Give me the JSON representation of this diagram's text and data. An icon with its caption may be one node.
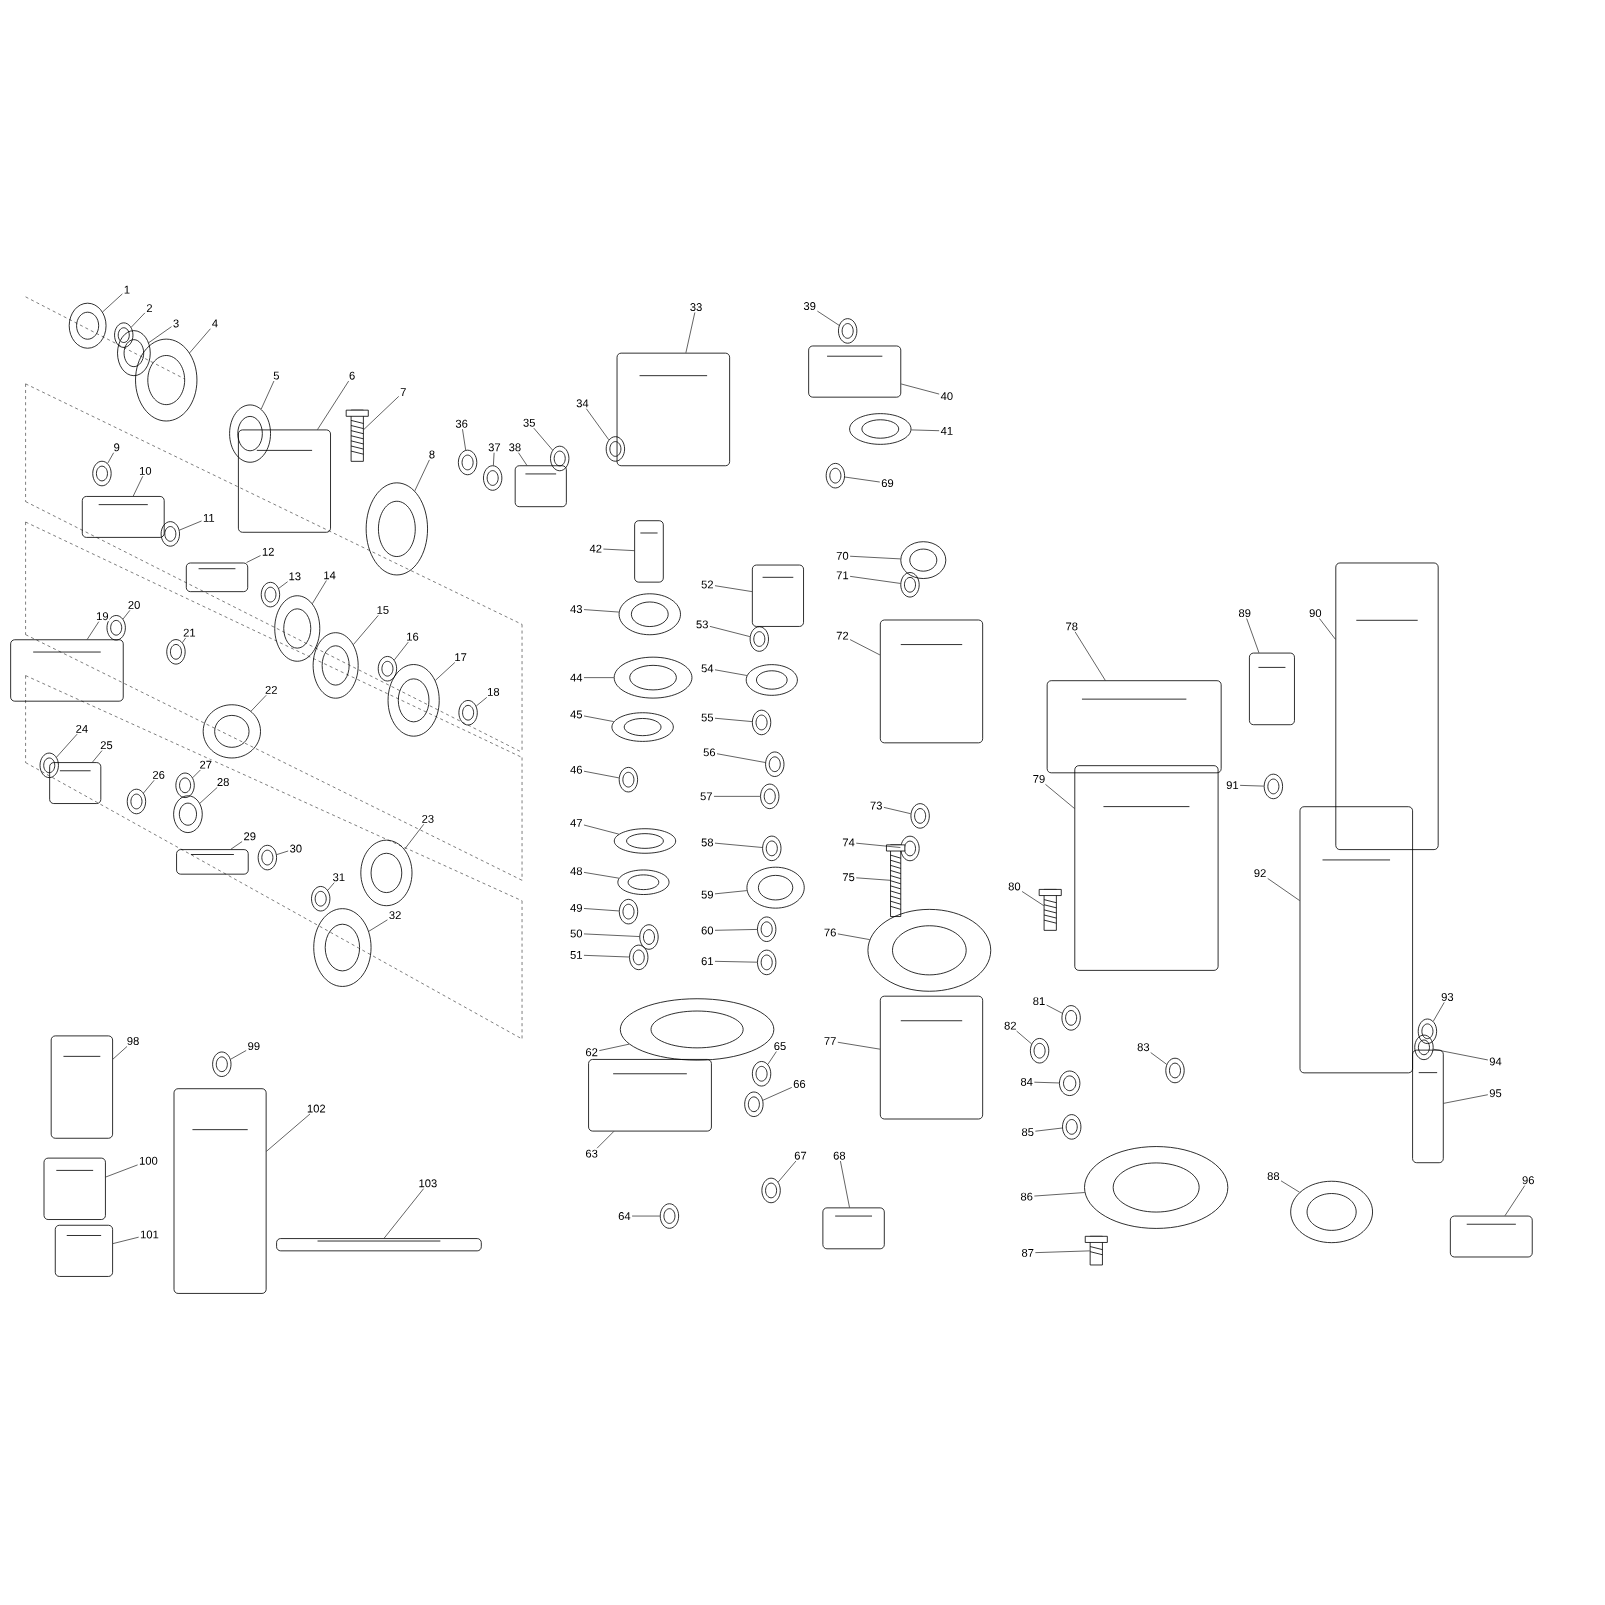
{
  "diagram": {
    "nodes": [
      {
        "text": [
          "1"
        ]
      },
      {
        "text": [
          "2"
        ]
      },
      {
        "text": [
          "3"
        ]
      },
      {
        "text": [
          "4"
        ]
      },
      {
        "text": [
          "5"
        ]
      },
      {
        "text": [
          "6"
        ]
      },
      {
        "text": [
          "7"
        ]
      },
      {
        "text": [
          "8"
        ]
      },
      {
        "text": [
          "9"
        ]
      },
      {
        "text": [
          "10"
        ]
      },
      {
        "text": [
          "11"
        ]
      },
      {
        "text": [
          "12"
        ]
      },
      {
        "text": [
          "13"
        ]
      },
      {
        "text": [
          "14"
        ]
      },
      {
        "text": [
          "15"
        ]
      },
      {
        "text": [
          "16"
        ]
      },
      {
        "text": [
          "17"
        ]
      },
      {
        "text": [
          "18"
        ]
      },
      {
        "text": [
          "19"
        ]
      },
      {
        "text": [
          "20"
        ]
      },
      {
        "text": [
          "21"
        ]
      },
      {
        "text": [
          "22"
        ]
      },
      {
        "text": [
          "23"
        ]
      },
      {
        "text": [
          "24"
        ]
      },
      {
        "text": [
          "25"
        ]
      },
      {
        "text": [
          "26"
        ]
      },
      {
        "text": [
          "27"
        ]
      },
      {
        "text": [
          "28"
        ]
      },
      {
        "text": [
          "29"
        ]
      },
      {
        "text": [
          "30"
        ]
      },
      {
        "text": [
          "31"
        ]
      },
      {
        "text": [
          "32"
        ]
      },
      {
        "text": [
          "33"
        ]
      },
      {
        "text": [
          "34"
        ]
      },
      {
        "text": [
          "35"
        ]
      },
      {
        "text": [
          "36"
        ]
      },
      {
        "text": [
          "37"
        ]
      },
      {
        "text": [
          "38"
        ]
      },
      {
        "text": [
          "39"
        ]
      },
      {
        "text": [
          "40"
        ]
      },
      {
        "text": [
          "41"
        ]
      },
      {
        "text": [
          "42"
        ]
      },
      {
        "text": [
          "43"
        ]
      },
      {
        "text": [
          "44"
        ]
      },
      {
        "text": [
          "45"
        ]
      },
      {
        "text": [
          "46"
        ]
      },
      {
        "text": [
          "47"
        ]
      },
      {
        "text": [
          "48"
        ]
      },
      {
        "text": [
          "49"
        ]
      },
      {
        "text": [
          "50"
        ]
      },
      {
        "text": [
          "51"
        ]
      },
      {
        "text": [
          "52"
        ]
      },
      {
        "text": [
          "53"
        ]
      },
      {
        "text": [
          "54"
        ]
      },
      {
        "text": [
          "55"
        ]
      },
      {
        "text": [
          "56"
        ]
      },
      {
        "text": [
          "57"
        ]
      },
      {
        "text": [
          "58"
        ]
      },
      {
        "text": [
          "59"
        ]
      },
      {
        "text": [
          "60"
        ]
      },
      {
        "text": [
          "61"
        ]
      },
      {
        "text": [
          "62"
        ]
      },
      {
        "text": [
          "63"
        ]
      },
      {
        "text": [
          "64"
        ]
      },
      {
        "text": [
          "65"
        ]
      },
      {
        "text": [
          "66"
        ]
      },
      {
        "text": [
          "67"
        ]
      },
      {
        "text": [
          "68"
        ]
      },
      {
        "text": [
          "69"
        ]
      },
      {
        "text": [
          "70"
        ]
      },
      {
        "text": [
          "71"
        ]
      },
      {
        "text": [
          "72"
        ]
      },
      {
        "text": [
          "73"
        ]
      },
      {
        "text": [
          "74"
        ]
      },
      {
        "text": [
          "75"
        ]
      },
      {
        "text": [
          "76"
        ]
      },
      {
        "text": [
          "77"
        ]
      },
      {
        "text": [
          "78"
        ]
      },
      {
        "text": [
          "79"
        ]
      },
      {
        "text": [
          "80"
        ]
      },
      {
        "text": [
          "81"
        ]
      },
      {
        "text": [
          "82"
        ]
      },
      {
        "text": [
          "83"
        ]
      },
      {
        "text": [
          "84"
        ]
      },
      {
        "text": [
          "85"
        ]
      },
      {
        "text": [
          "86"
        ]
      },
      {
        "text": [
          "87"
        ]
      },
      {
        "text": [
          "88"
        ]
      },
      {
        "text": [
          "89"
        ]
      },
      {
        "text": [
          "90"
        ]
      },
      {
        "text": [
          "91"
        ]
      },
      {
        "text": [
          "92"
        ]
      },
      {
        "text": [
          "93"
        ]
      },
      {
        "text": [
          "94"
        ]
      },
      {
        "text": [
          "95"
        ]
      },
      {
        "text": [
          "96"
        ]
      },
      {
        "text": [
          "98"
        ]
      },
      {
        "text": [
          "99"
        ]
      },
      {
        "text": [
          "100"
        ]
      },
      {
        "text": [
          "101"
        ]
      },
      {
        "text": [
          "102"
        ]
      },
      {
        "text": [
          "103"
        ]
      },
      {
        "text": [],
        "shape": "picture"
      },
      {
        "text": [],
        "shape": "picture"
      },
      {
        "text": [],
        "shape": "picture"
      },
      {
        "text": [],
        "shape": "picture"
      },
      {
        "text": [],
        "shape": "picture"
      },
      {
        "text": [],
        "shape": "picture"
      },
      {
        "text": [],
        "shape": "picture"
      },
      {
        "text": [],
        "shape": "picture"
      },
      {
        "text": [],
        "shape": "picture"
      },
      {
        "text": [],
        "shape": "picture"
      },
      {
        "text": [],
        "shape": "picture"
      },
      {
        "text": [],
        "shape": "picture"
      },
      {
        "text": [],
        "shape": "picture"
      },
      {
        "text": [],
        "shape": "picture"
      },
      {
        "text": [],
        "shape": "picture"
      },
      {
        "text": [],
        "shape": "picture"
      },
      {
        "text": [],
        "shape": "picture"
      },
      {
        "text": [],
        "shape": "picture"
      },
      {
        "text": [],
        "shape": "picture"
      },
      {
        "text": [],
        "shape": "picture"
      },
      {
        "text": [],
        "shape": "picture"
      },
      {
        "text": [],
        "shape": "picture"
      },
      {
        "text": [],
        "shape": "picture"
      },
      {
        "text": [],
        "shape": "picture"
      },
      {
        "text": [],
        "shape": "picture"
      },
      {
        "text": [],
        "shape": "picture"
      },
      {
        "text": [],
        "shape": "picture"
      },
      {
        "text": [],
        "shape": "picture"
      },
      {
        "text": [],
        "shape": "picture"
      },
      {
        "text": [],
        "shape": "picture"
      },
      {
        "text": [],
        "shape": "picture"
      },
      {
        "text": [],
        "shape": "picture"
      },
      {
        "text": [],
        "shape": "picture"
      },
      {
        "text": [],
        "shape": "picture"
      },
      {
        "text": [],
        "shape": "picture"
      },
      {
        "text": [],
        "shape": "picture"
      },
      {
        "text": [],
        "shape": "picture"
      },
      {
        "text": [],
        "shape": "picture"
      },
      {
        "text": [],
        "shape": "picture"
      },
      {
        "text": [],
        "shape": "picture"
      },
      {
        "text": [],
        "shape": "picture"
      },
      {
        "text": [],
        "shape": "picture"
      },
      {
        "text": [],
        "shape": "picture"
      },
      {
        "text": [],
        "shape": "picture"
      },
      {
        "text": [],
        "shape": "picture"
      },
      {
        "text": [],
        "shape": "picture"
      },
      {
        "text": [],
        "shape": "picture"
      },
      {
        "text": [],
        "shape": "picture"
      },
      {
        "text": [],
        "shape": "picture"
      },
      {
        "text": [],
        "shape": "picture"
      },
      {
        "text": [],
        "shape": "picture"
      },
      {
        "text": [],
        "shape": "picture"
      },
      {
        "text": [],
        "shape": "picture"
      },
      {
        "text": [],
        "shape": "picture"
      },
      {
        "text": [],
        "shape": "picture"
      },
      {
        "text": [],
        "shape": "picture"
      },
      {
        "text": [],
        "shape": "picture"
      },
      {
        "text": [],
        "shape": "picture"
      },
      {
        "text": [],
        "shape": "picture"
      },
      {
        "text": [],
        "shape": "picture"
      },
      {
        "text": [],
        "shape": "picture"
      },
      {
        "text": [],
        "shape": "picture"
      },
      {
        "text": [],
        "shape": "picture"
      },
      {
        "text": [],
        "shape": "picture"
      },
      {
        "text": [],
        "shape": "picture"
      },
      {
        "text": [],
        "shape": "picture"
      },
      {
        "text": [],
        "shape": "picture"
      },
      {
        "text": [],
        "shape": "picture"
      },
      {
        "text": [],
        "shape": "picture"
      },
      {
        "text": [],
        "shape": "picture"
      },
      {
        "text": [],
        "shape": "picture"
      },
      {
        "text": [],
        "shape": "picture"
      },
      {
        "text": [],
        "shape": "picture"
      },
      {
        "text": [],
        "shape": "picture"
      },
      {
        "text": [],
        "shape": "picture"
      },
      {
        "text": [],
        "shape": "picture"
      },
      {
        "text": [],
        "shape": "picture"
      },
      {
        "text": [],
        "shape": "picture"
      },
      {
        "text": [],
        "shape": "picture"
      },
      {
        "text": [],
        "shape": "picture"
      },
      {
        "text": [],
        "shape": "picture"
      },
      {
        "text": [],
        "shape": "picture"
      },
      {
        "text": [],
        "shape": "picture"
      },
      {
        "text": [],
        "shape": "picture"
      },
      {
        "text": [],
        "shape": "picture"
      },
      {
        "text": [],
        "shape": "picture"
      },
      {
        "text": [],
        "shape": "picture"
      },
      {
        "text": [],
        "shape": "picture"
      },
      {
        "text": [],
        "shape": "picture"
      },
      {
        "text": [],
        "shape": "picture"
      },
      {
        "text": [],
        "shape": "picture"
      },
      {
        "text": [],
        "shape": "picture"
      },
      {
        "text": [],
        "shape": "picture"
      },
      {
        "text": [],
        "shape": "picture"
      },
      {
        "text": [],
        "shape": "picture"
      },
      {
        "text": [],
        "shape": "picture"
      },
      {
        "text": [],
        "shape": "picture"
      },
      {
        "text": [],
        "shape": "picture"
      },
      {
        "text": [],
        "shape": "picture"
      },
      {
        "text": [],
        "shape": "picture"
      },
      {
        "text": [],
        "shape": "picture"
      },
      {
        "text": [],
        "shape": "picture"
      }
    ],
    "edges": [
      {
        "from": 0,
        "to": 102,
        "arrow": "none"
      },
      {
        "from": 1,
        "to": 103,
        "arrow": "none"
      },
      {
        "from": 2,
        "to": 104,
        "arrow": "none"
      },
      {
        "from": 3,
        "to": 105,
        "arrow": "none"
      },
      {
        "from": 4,
        "to": 106,
        "arrow": "none"
      },
      {
        "from": 5,
        "to": 107,
        "arrow": "none"
      },
      {
        "from": 6,
        "to": 108,
        "arrow": "none"
      },
      {
        "from": 7,
        "to": 109,
        "arrow": "none"
      },
      {
        "from": 8,
        "to": 110,
        "arrow": "none"
      },
      {
        "from": 9,
        "to": 111,
        "arrow": "none"
      },
      {
        "from": 10,
        "to": 112,
        "arrow": "none"
      },
      {
        "from": 11,
        "to": 113,
        "arrow": "none"
      },
      {
        "from": 12,
        "to": 114,
        "arrow": "none"
      },
      {
        "from": 13,
        "to": 115,
        "arrow": "none"
      },
      {
        "from": 14,
        "to": 116,
        "arrow": "none"
      },
      {
        "from": 15,
        "to": 117,
        "arrow": "none"
      },
      {
        "from": 16,
        "to": 118,
        "arrow": "none"
      },
      {
        "from": 17,
        "to": 119,
        "arrow": "none"
      },
      {
        "from": 18,
        "to": 120,
        "arrow": "none"
      },
      {
        "from": 19,
        "to": 121,
        "arrow": "none"
      },
      {
        "from": 20,
        "to": 122,
        "arrow": "none"
      },
      {
        "from": 21,
        "to": 123,
        "arrow": "none"
      },
      {
        "from": 22,
        "to": 124,
        "arrow": "none"
      },
      {
        "from": 23,
        "to": 125,
        "arrow": "none"
      },
      {
        "from": 24,
        "to": 126,
        "arrow": "none"
      },
      {
        "from": 25,
        "to": 127,
        "arrow": "none"
      },
      {
        "from": 26,
        "to": 128,
        "arrow": "none"
      },
      {
        "from": 27,
        "to": 129,
        "arrow": "none"
      },
      {
        "from": 28,
        "to": 130,
        "arrow": "none"
      },
      {
        "from": 29,
        "to": 131,
        "arrow": "none"
      },
      {
        "from": 30,
        "to": 132,
        "arrow": "none"
      },
      {
        "from": 31,
        "to": 133,
        "arrow": "none"
      },
      {
        "from": 32,
        "to": 134,
        "arrow": "none"
      },
      {
        "from": 33,
        "to": 135,
        "arrow": "none"
      },
      {
        "from": 34,
        "to": 136,
        "arrow": "none"
      },
      {
        "from": 35,
        "to": 137,
        "arrow": "none"
      },
      {
        "from": 36,
        "to": 138,
        "arrow": "none"
      },
      {
        "from": 37,
        "to": 139,
        "arrow": "none"
      },
      {
        "from": 38,
        "to": 140,
        "arrow": "none"
      },
      {
        "from": 39,
        "to": 141,
        "arrow": "none"
      },
      {
        "from": 40,
        "to": 142,
        "arrow": "none"
      },
      {
        "from": 41,
        "to": 143,
        "arrow": "none"
      },
      {
        "from": 42,
        "to": 144,
        "arrow": "none"
      },
      {
        "from": 43,
        "to": 145,
        "arrow": "none"
      },
      {
        "from": 44,
        "to": 146,
        "arrow": "none"
      },
      {
        "from": 45,
        "to": 147,
        "arrow": "none"
      },
      {
        "from": 46,
        "to": 148,
        "arrow": "none"
      },
      {
        "from": 47,
        "to": 149,
        "arrow": "none"
      },
      {
        "from": 48,
        "to": 150,
        "arrow": "none"
      },
      {
        "from": 49,
        "to": 151,
        "arrow": "none"
      },
      {
        "from": 50,
        "to": 152,
        "arrow": "none"
      },
      {
        "from": 51,
        "to": 153,
        "arrow": "none"
      },
      {
        "from": 52,
        "to": 154,
        "arrow": "none"
      },
      {
        "from": 53,
        "to": 155,
        "arrow": "none"
      },
      {
        "from": 54,
        "to": 156,
        "arrow": "none"
      },
      {
        "from": 55,
        "to": 157,
        "arrow": "none"
      },
      {
        "from": 56,
        "to": 158,
        "arrow": "none"
      },
      {
        "from": 57,
        "to": 159,
        "arrow": "none"
      },
      {
        "from": 58,
        "to": 160,
        "arrow": "none"
      },
      {
        "from": 59,
        "to": 161,
        "arrow": "none"
      },
      {
        "from": 60,
        "to": 162,
        "arrow": "none"
      },
      {
        "from": 61,
        "to": 163,
        "arrow": "none"
      },
      {
        "from": 62,
        "to": 164,
        "arrow": "none"
      },
      {
        "from": 63,
        "to": 165,
        "arrow": "none"
      },
      {
        "from": 64,
        "to": 166,
        "arrow": "none"
      },
      {
        "from": 65,
        "to": 167,
        "arrow": "none"
      },
      {
        "from": 66,
        "to": 168,
        "arrow": "none"
      },
      {
        "from": 67,
        "to": 169,
        "arrow": "none"
      },
      {
        "from": 68,
        "to": 170,
        "arrow": "none"
      },
      {
        "from": 69,
        "to": 171,
        "arrow": "none"
      },
      {
        "from": 70,
        "to": 172,
        "arrow": "none"
      },
      {
        "from": 71,
        "to": 173,
        "arrow": "none"
      },
      {
        "from": 72,
        "to": 174,
        "arrow": "none"
      },
      {
        "from": 73,
        "to": 175,
        "arrow": "none"
      },
      {
        "from": 74,
        "to": 176,
        "arrow": "none"
      },
      {
        "from": 75,
        "to": 177,
        "arrow": "none"
      },
      {
        "from": 76,
        "to": 178,
        "arrow": "none"
      },
      {
        "from": 77,
        "to": 179,
        "arrow": "none"
      },
      {
        "from": 78,
        "to": 180,
        "arrow": "none"
      },
      {
        "from": 79,
        "to": 181,
        "arrow": "none"
      },
      {
        "from": 80,
        "to": 182,
        "arrow": "none"
      },
      {
        "from": 81,
        "to": 183,
        "arrow": "none"
      },
      {
        "from": 82,
        "to": 184,
        "arrow": "none"
      },
      {
        "from": 83,
        "to": 185,
        "arrow": "none"
      },
      {
        "from": 84,
        "to": 186,
        "arrow": "none"
      },
      {
        "from": 85,
        "to": 187,
        "arrow": "none"
      },
      {
        "from": 86,
        "to": 188,
        "arrow": "none"
      },
      {
        "from": 87,
        "to": 189,
        "arrow": "none"
      },
      {
        "from": 88,
        "to": 190,
        "arrow": "none"
      },
      {
        "from": 89,
        "to": 191,
        "arrow": "none"
      },
      {
        "from": 90,
        "to": 192,
        "arrow": "none"
      },
      {
        "from": 91,
        "to": 193,
        "arrow": "none"
      },
      {
        "from": 92,
        "to": 194,
        "arrow": "none"
      },
      {
        "from": 93,
        "to": 195,
        "arrow": "none"
      },
      {
        "from": 94,
        "to": 196,
        "arrow": "none"
      },
      {
        "from": 95,
        "to": 197,
        "arrow": "none"
      },
      {
        "from": 96,
        "to": 198,
        "arrow": "none"
      },
      {
        "from": 97,
        "to": 199,
        "arrow": "none"
      },
      {
        "from": 98,
        "to": 200,
        "arrow": "none"
      },
      {
        "from": 99,
        "to": 201,
        "arrow": "none"
      },
      {
        "from": 100,
        "to": 202,
        "arrow": "none"
      },
      {
        "from": 101,
        "to": 203,
        "arrow": "none"
      }
    ]
  }
}
